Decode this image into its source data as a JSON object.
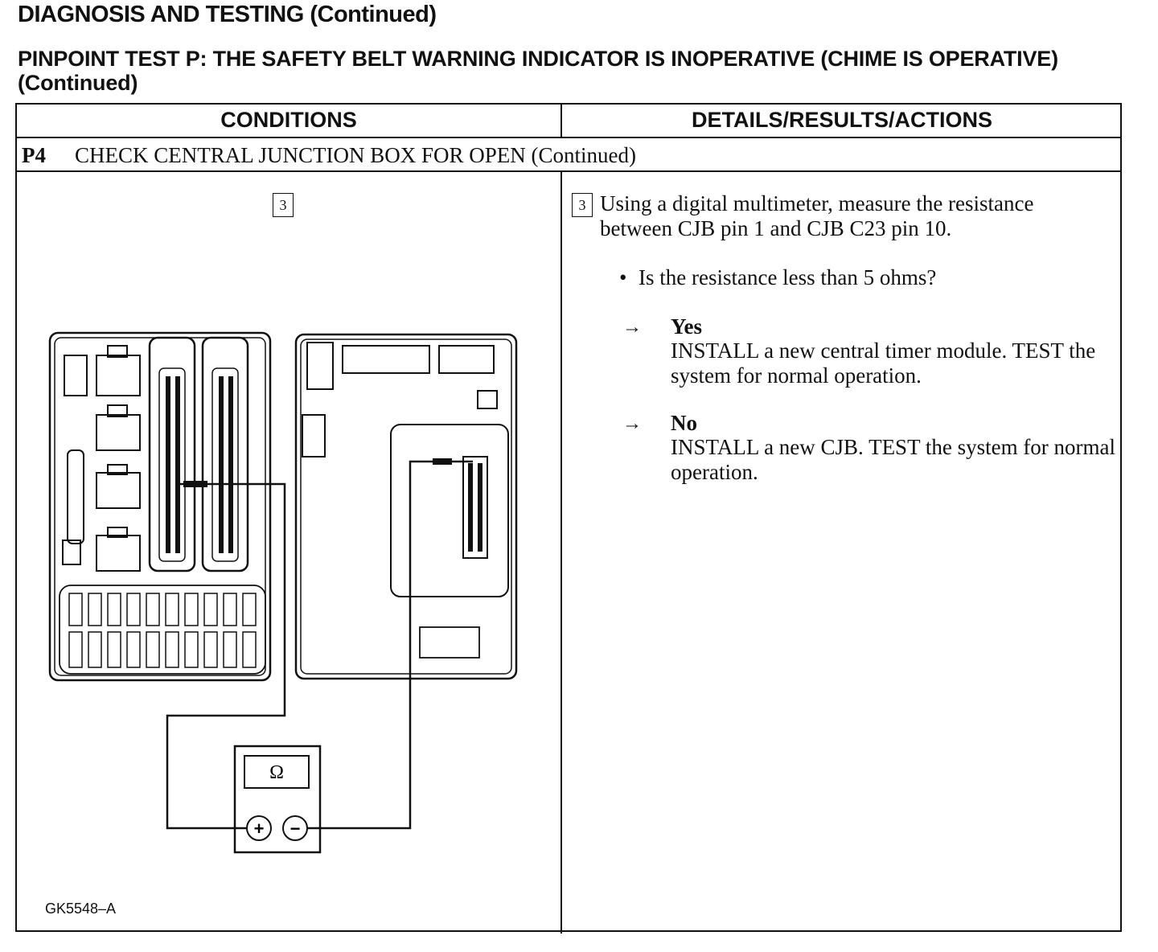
{
  "header": {
    "title": "DIAGNOSIS AND TESTING (Continued)",
    "subtitle": "PINPOINT TEST P: THE SAFETY BELT WARNING INDICATOR IS INOPERATIVE (CHIME IS OPERATIVE) (Continued)"
  },
  "table": {
    "col_conditions": "CONDITIONS",
    "col_details": "DETAILS/RESULTS/ACTIONS",
    "step_id": "P4",
    "step_title": "CHECK CENTRAL JUNCTION BOX FOR OPEN (Continued)"
  },
  "conditions": {
    "step_number": "3",
    "meter_symbol": "Ω",
    "meter_plus": "+",
    "meter_minus": "−",
    "figure_code": "GK5548–A"
  },
  "details": {
    "step_number": "3",
    "instruction": "Using a digital multimeter, measure the resistance between CJB pin 1 and CJB C23 pin 10.",
    "bullet": "•",
    "question": "Is the resistance less than 5 ohms?",
    "arrow": "→",
    "yes_label": "Yes",
    "yes_action": "INSTALL a new central timer module. TEST the system for normal operation.",
    "no_label": "No",
    "no_action": "INSTALL a new CJB. TEST the system for normal operation."
  }
}
